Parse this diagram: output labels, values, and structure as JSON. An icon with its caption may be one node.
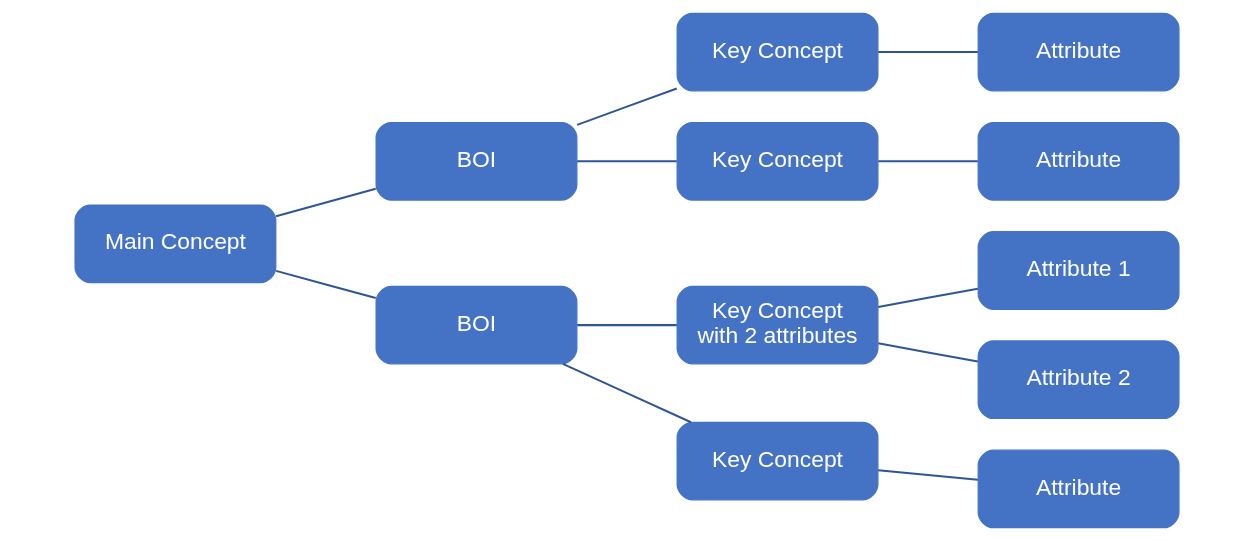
{
  "diagram": {
    "nodes": [
      {
        "text": [
          "Main Concept"
        ]
      },
      {
        "text": [
          "BOI"
        ]
      },
      {
        "text": [
          "BOI"
        ]
      },
      {
        "text": [
          "Key Concept"
        ]
      },
      {
        "text": [
          "Key Concept"
        ]
      },
      {
        "text": [
          "Key Concept with 2 attributes"
        ]
      },
      {
        "text": [
          "Key Concept"
        ]
      },
      {
        "text": [
          "Attribute"
        ]
      },
      {
        "text": [
          "Attribute"
        ]
      },
      {
        "text": [
          "Attribute 1"
        ]
      },
      {
        "text": [
          "Attribute 2"
        ]
      },
      {
        "text": [
          "Attribute"
        ]
      }
    ],
    "edges": [
      {
        "from": 0,
        "to": 1,
        "arrow": "none"
      },
      {
        "from": 0,
        "to": 2,
        "arrow": "none"
      },
      {
        "from": 1,
        "to": 3,
        "arrow": "none"
      },
      {
        "from": 1,
        "to": 4,
        "arrow": "none"
      },
      {
        "from": 2,
        "to": 5,
        "arrow": "none"
      },
      {
        "from": 2,
        "to": 6,
        "arrow": "none"
      },
      {
        "from": 3,
        "to": 7,
        "arrow": "none"
      },
      {
        "from": 4,
        "to": 8,
        "arrow": "none"
      },
      {
        "from": 5,
        "to": 9,
        "arrow": "none"
      },
      {
        "from": 5,
        "to": 10,
        "arrow": "none"
      },
      {
        "from": 6,
        "to": 11,
        "arrow": "none"
      }
    ]
  }
}
